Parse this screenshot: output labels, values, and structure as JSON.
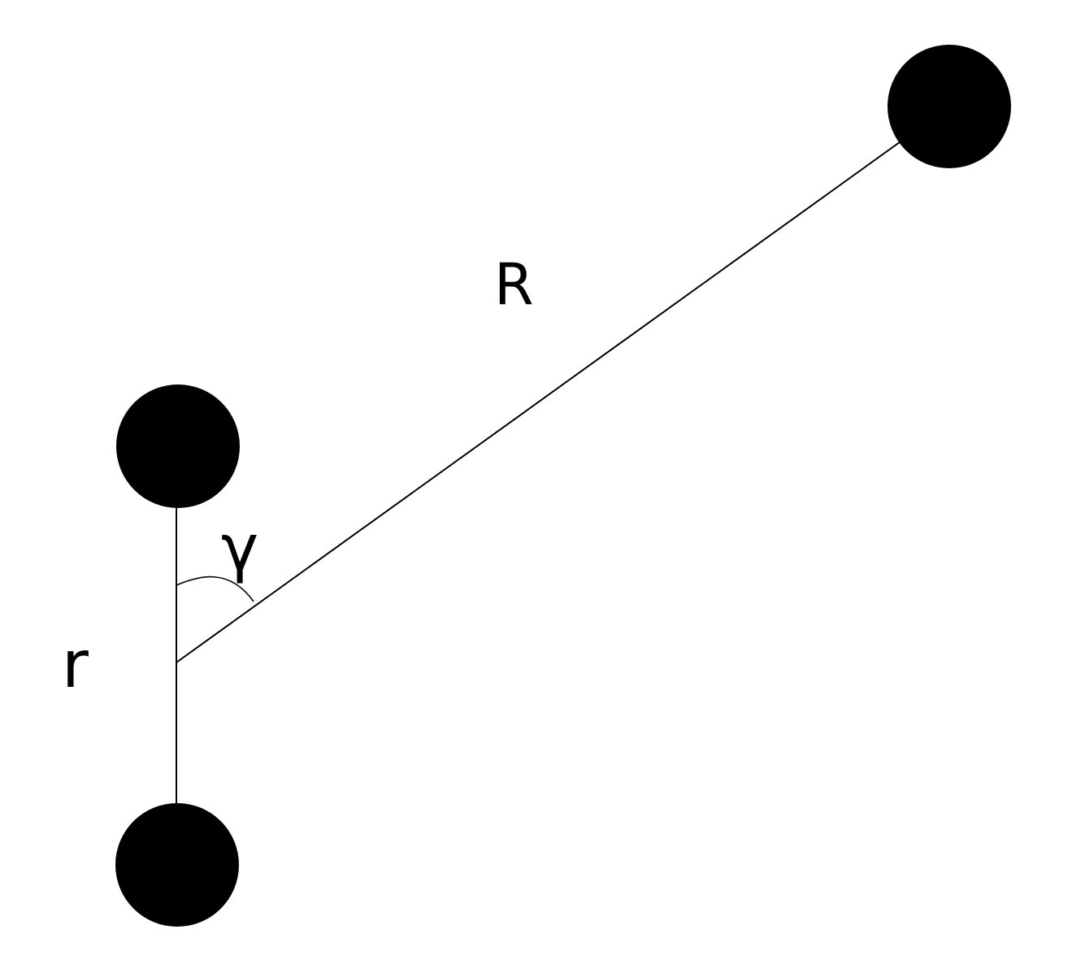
{
  "labels": {
    "R": "R",
    "r": "r",
    "gamma": "γ"
  }
}
